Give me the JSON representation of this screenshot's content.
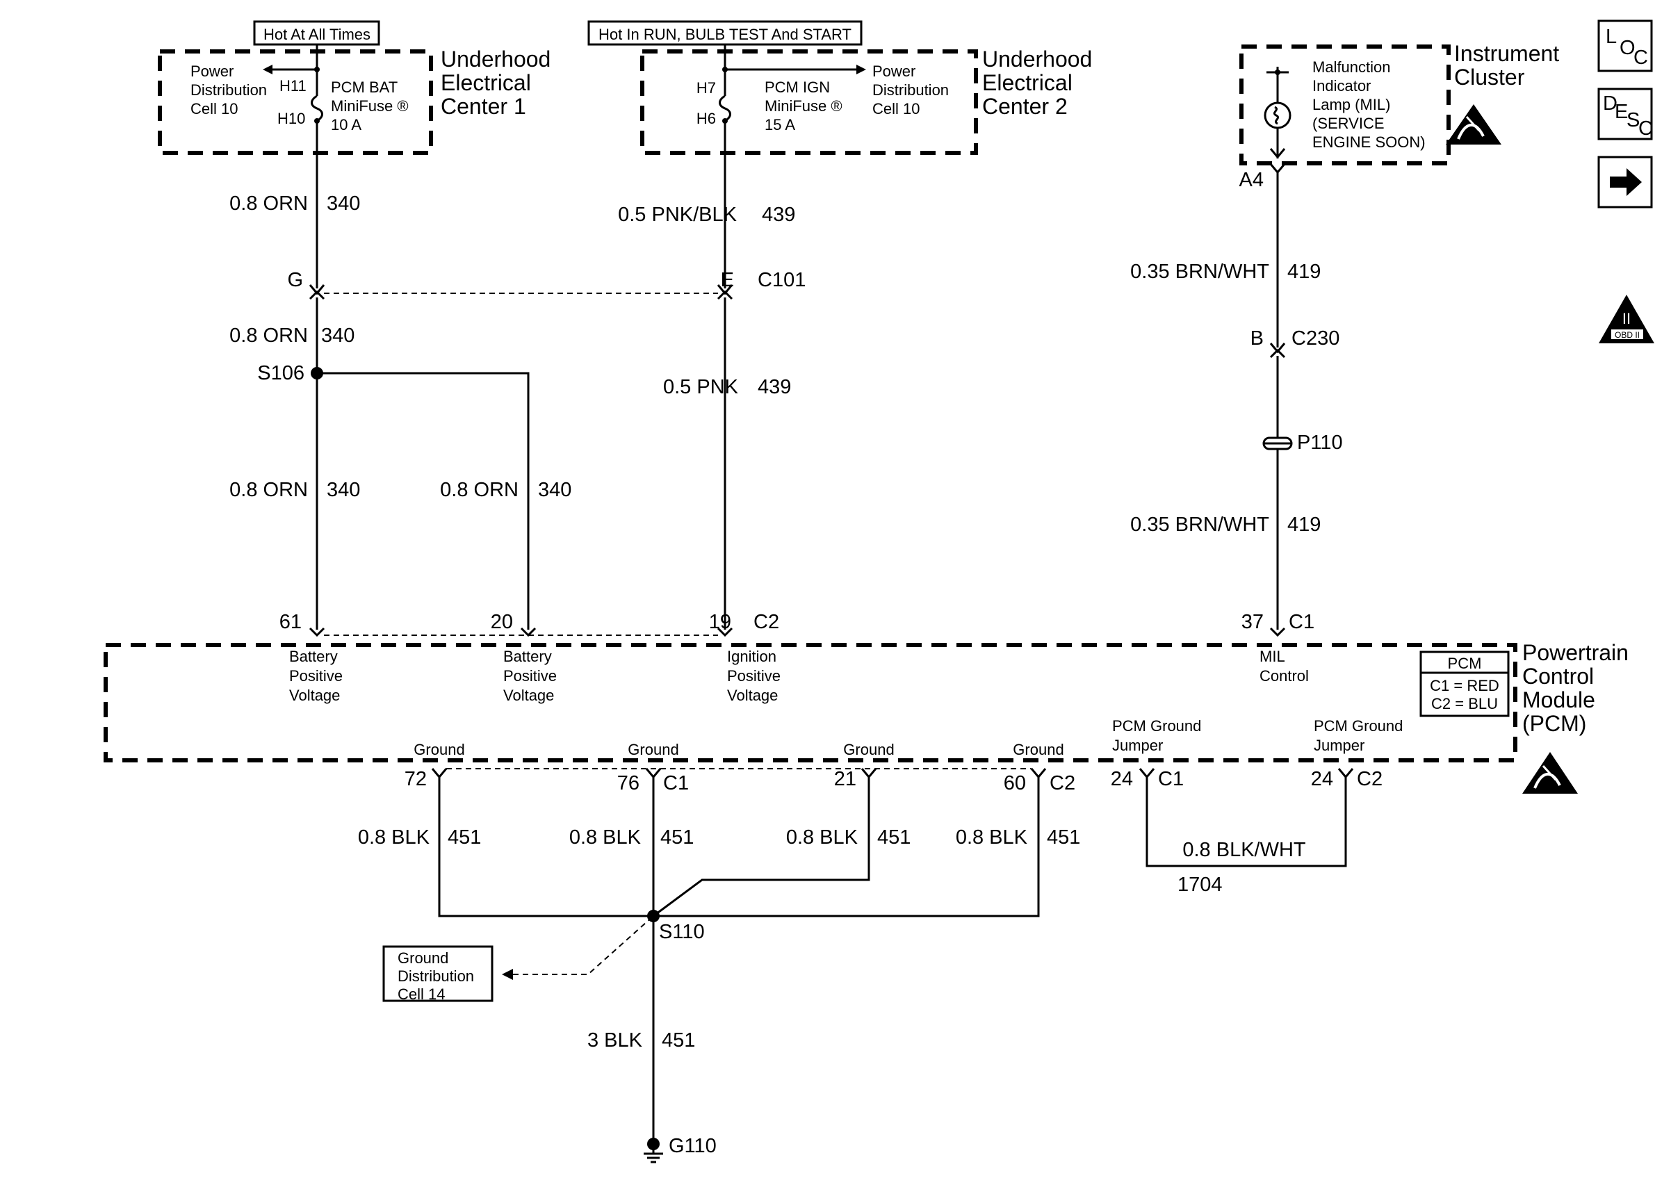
{
  "headers": {
    "hot_at_all_times": "Hot At All Times",
    "hot_in_run": "Hot In RUN, BULB TEST And START"
  },
  "uec1": {
    "title_line1": "Underhood",
    "title_line2": "Electrical",
    "title_line3": "Center 1",
    "pd_line1": "Power",
    "pd_line2": "Distribution",
    "pd_line3": "Cell 10",
    "h11": "H11",
    "h10": "H10",
    "fuse_line1": "PCM BAT",
    "fuse_line2": "MiniFuse ®",
    "fuse_line3": "10 A"
  },
  "uec2": {
    "title_line1": "Underhood",
    "title_line2": "Electrical",
    "title_line3": "Center 2",
    "h7": "H7",
    "h6": "H6",
    "fuse_line1": "PCM IGN",
    "fuse_line2": "MiniFuse ®",
    "fuse_line3": "15 A",
    "pd_line1": "Power",
    "pd_line2": "Distribution",
    "pd_line3": "Cell 10"
  },
  "cluster": {
    "title_line1": "Instrument",
    "title_line2": "Cluster",
    "mil_line1": "Malfunction",
    "mil_line2": "Indicator",
    "mil_line3": "Lamp (MIL)",
    "mil_line4": "(SERVICE",
    "mil_line5": "ENGINE SOON)",
    "a4": "A4"
  },
  "side_icons": {
    "loc_l": "L",
    "loc_o": "O",
    "loc_c": "C",
    "desc_d": "D",
    "desc_e": "E",
    "desc_s": "S",
    "desc_c": "C",
    "obd_roman": "II",
    "obd_text": "OBD II"
  },
  "wires": {
    "w340_a_color": "0.8 ORN",
    "w340_a_num": "340",
    "w439_a_color": "0.5 PNK/BLK",
    "w439_a_num": "439",
    "c101_g": "G",
    "c101_e": "E",
    "c101": "C101",
    "w340_b_color": "0.8 ORN",
    "w340_b_num": "340",
    "s106": "S106",
    "w439_b_color": "0.5 PNK",
    "w439_b_num": "439",
    "w340_c_color": "0.8 ORN",
    "w340_c_num": "340",
    "w340_d_color": "0.8 ORN",
    "w340_d_num": "340",
    "w419_a_color": "0.35 BRN/WHT",
    "w419_a_num": "419",
    "c230_b": "B",
    "c230": "C230",
    "p110": "P110",
    "w419_b_color": "0.35 BRN/WHT",
    "w419_b_num": "419"
  },
  "pcm": {
    "pin61": "61",
    "pin20": "20",
    "pin19": "19",
    "c2_top": "C2",
    "pin37": "37",
    "c1_top": "C1",
    "bpv1_l1": "Battery",
    "bpv1_l2": "Positive",
    "bpv1_l3": "Voltage",
    "bpv2_l1": "Battery",
    "bpv2_l2": "Positive",
    "bpv2_l3": "Voltage",
    "ipv_l1": "Ignition",
    "ipv_l2": "Positive",
    "ipv_l3": "Voltage",
    "mil_l1": "MIL",
    "mil_l2": "Control",
    "legend_title": "PCM",
    "legend_c1": "C1 = RED",
    "legend_c2": "C2 = BLU",
    "title_l1": "Powertrain",
    "title_l2": "Control",
    "title_l3": "Module",
    "title_l4": "(PCM)",
    "gnd1": "Ground",
    "gnd2": "Ground",
    "gnd3": "Ground",
    "gnd4": "Ground",
    "jumper1_l1": "PCM Ground",
    "jumper1_l2": "Jumper",
    "jumper2_l1": "PCM Ground",
    "jumper2_l2": "Jumper",
    "pin72": "72",
    "pin76": "76",
    "c1_b": "C1",
    "pin21": "21",
    "pin60": "60",
    "c2_b": "C2",
    "pin24a": "24",
    "c1_c": "C1",
    "pin24b": "24",
    "c2_c": "C2"
  },
  "ground": {
    "w451_a_color": "0.8 BLK",
    "w451_a_num": "451",
    "w451_b_color": "0.8 BLK",
    "w451_b_num": "451",
    "w451_c_color": "0.8 BLK",
    "w451_c_num": "451",
    "w451_d_color": "0.8 BLK",
    "w451_d_num": "451",
    "w1704_color": "0.8 BLK/WHT",
    "w1704_num": "1704",
    "s110": "S110",
    "gdc_l1": "Ground",
    "gdc_l2": "Distribution",
    "gdc_l3": "Cell 14",
    "w451_e_color": "3 BLK",
    "w451_e_num": "451",
    "g110": "G110"
  }
}
